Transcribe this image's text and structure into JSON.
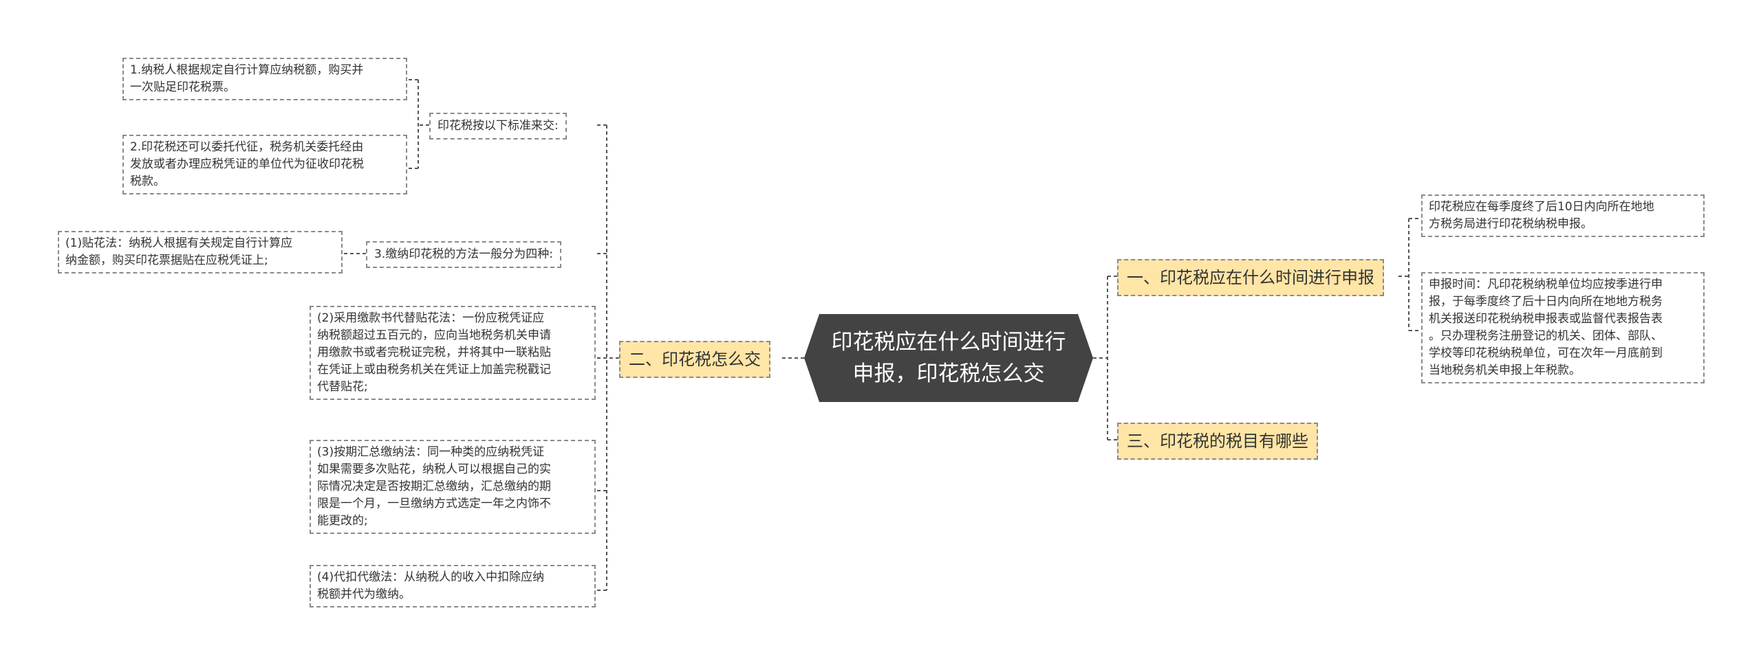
{
  "root": {
    "title": "印花税应在什么时间进行\n申报，印花税怎么交"
  },
  "branches": {
    "when": {
      "label": "一、印花税应在什么时间进行申报"
    },
    "how": {
      "label": "二、印花税怎么交"
    },
    "items": {
      "label": "三、印花税的税目有哪些"
    }
  },
  "when_leaves": [
    "印花税应在每季度终了后10日内向所在地地\n方税务局进行印花税纳税申报。",
    "申报时间：凡印花税纳税单位均应按季进行申\n报，于每季度终了后十日内向所在地地方税务\n机关报送印花税纳税申报表或监督代表报告表\n。只办理税务注册登记的机关、团体、部队、\n学校等印花税纳税单位，可在次年一月底前到\n当地税务机关申报上年税款。"
  ],
  "how_sub": {
    "standard": {
      "label": "印花税按以下标准来交:",
      "children": [
        "1.纳税人根据规定自行计算应纳税额，购买并\n一次贴足印花税票。",
        "2.印花税还可以委托代征，税务机关委托经由\n发放或者办理应税凭证的单位代为征收印花税\n税款。"
      ]
    },
    "methods": {
      "label": "3.缴纳印花税的方法一般分为四种:",
      "children": [
        "(1)贴花法：纳税人根据有关规定自行计算应\n纳金额，购买印花票据贴在应税凭证上;"
      ]
    },
    "others": [
      "(2)采用缴款书代替贴花法：一份应税凭证应\n纳税额超过五百元的，应向当地税务机关申请\n用缴款书或者完税证完税，并将其中一联粘贴\n在凭证上或由税务机关在凭证上加盖完税戳记\n代替贴花;",
      "(3)按期汇总缴纳法：同一种类的应纳税凭证\n如果需要多次贴花，纳税人可以根据自己的实\n际情况决定是否按期汇总缴纳，汇总缴纳的期\n限是一个月，一旦缴纳方式选定一年之内饰不\n能更改的;",
      "(4)代扣代缴法：从纳税人的收入中扣除应纳\n税额并代为缴纳。"
    ]
  },
  "colors": {
    "root_fill": "#434343",
    "branch_fill": "#ffe5a6",
    "line": "#555555",
    "border": "#8a8a8a"
  }
}
